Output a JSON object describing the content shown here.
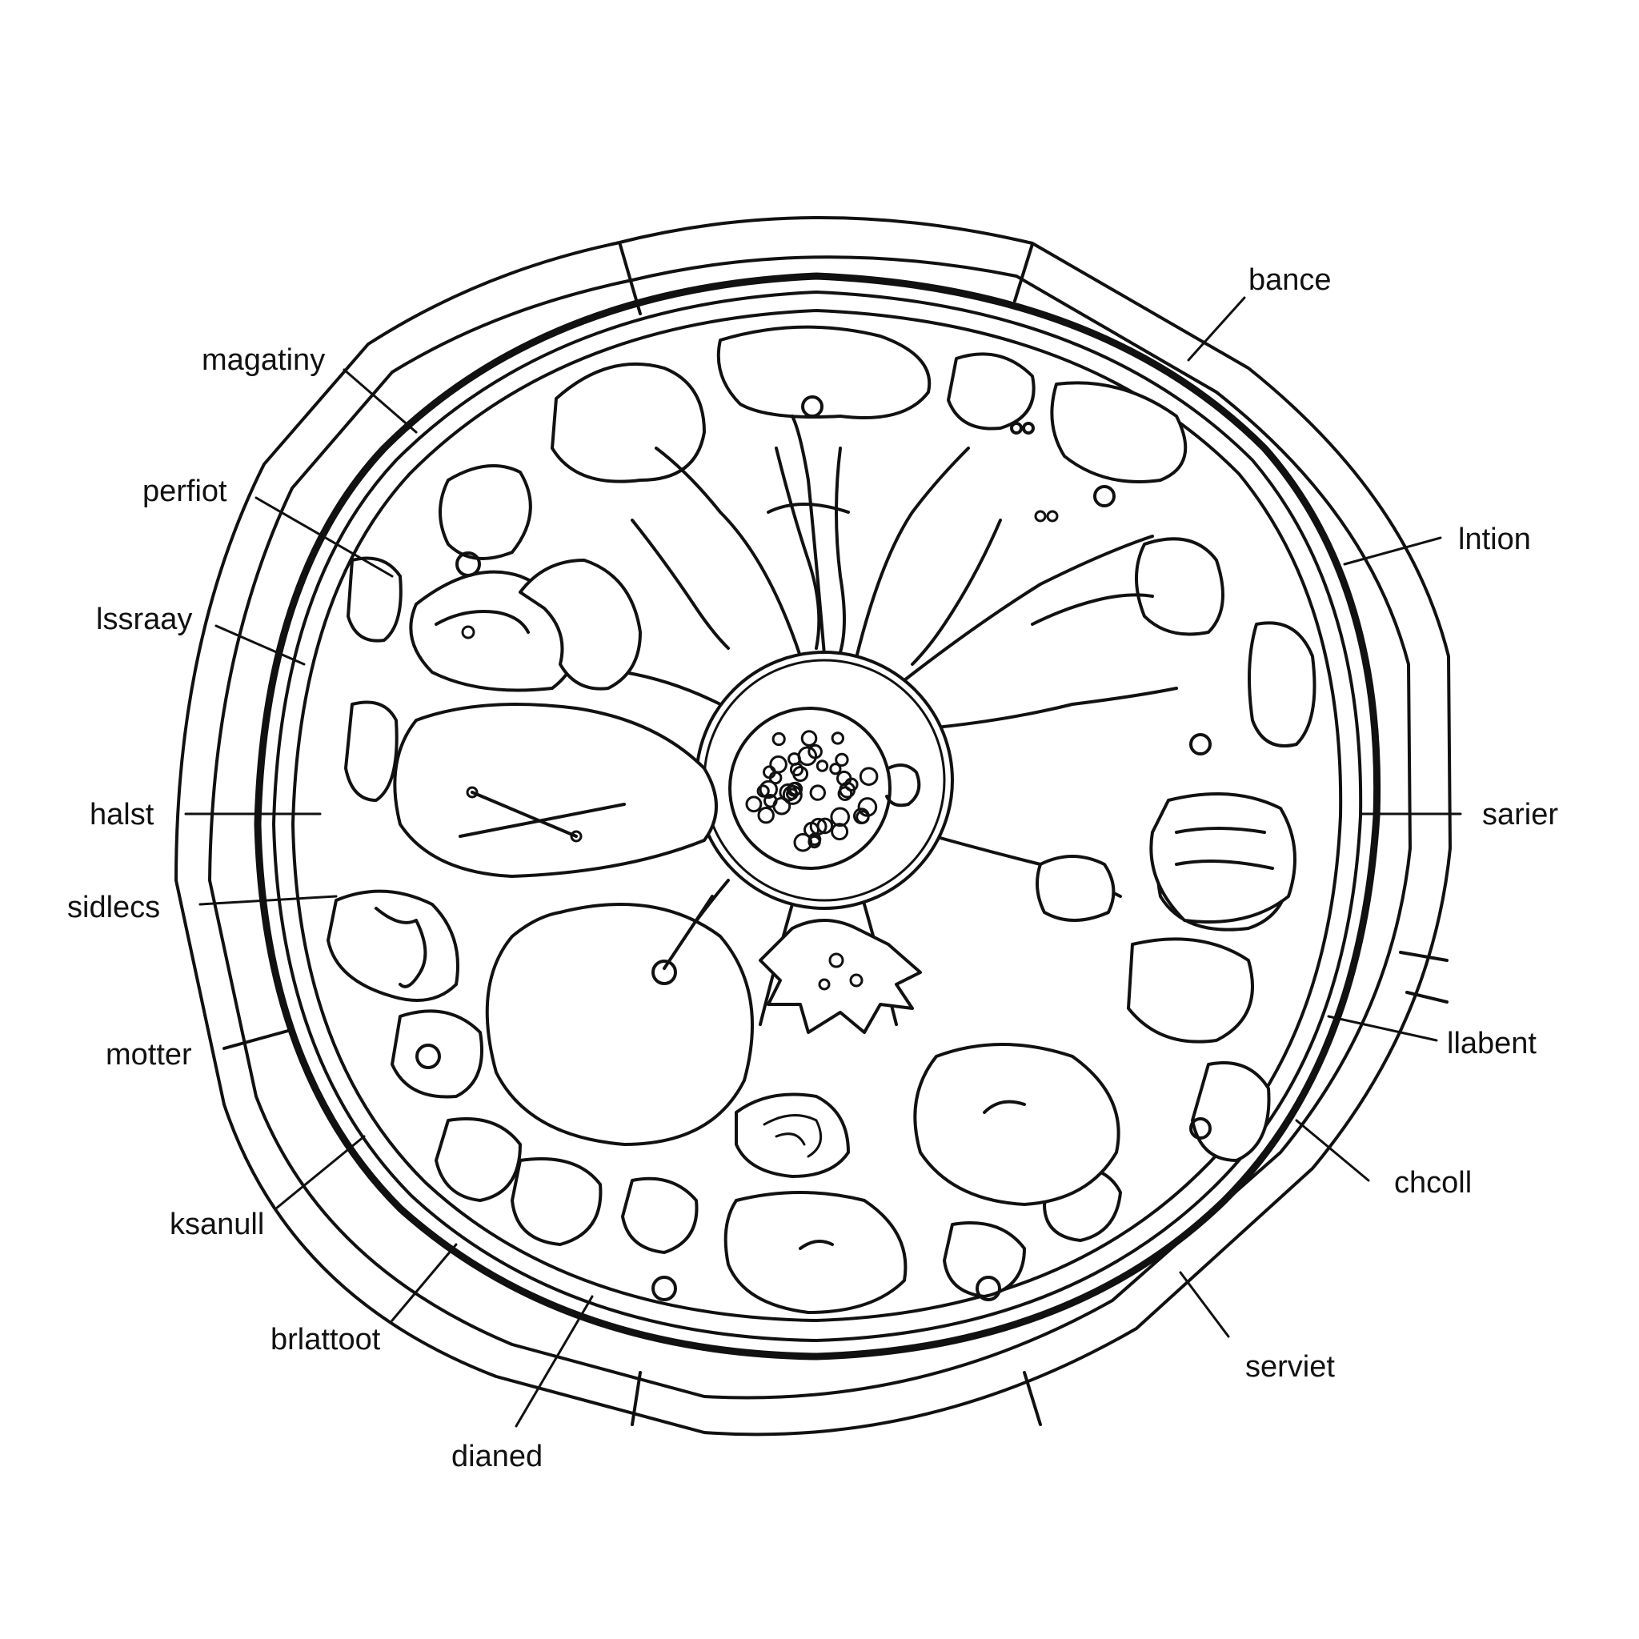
{
  "diagram": {
    "labels": {
      "bance": "bance",
      "magatiny": "magatiny",
      "perfiot": "perfiot",
      "lssraay": "lssraay",
      "lntion": "lntion",
      "halst": "halst",
      "sarier": "sarier",
      "sidlecs": "sidlecs",
      "motter": "motter",
      "llabent": "llabent",
      "chcoll": "chcoll",
      "ksanull": "ksanull",
      "brlattoot": "brlattoot",
      "serviet": "serviet",
      "dianed": "dianed"
    }
  }
}
